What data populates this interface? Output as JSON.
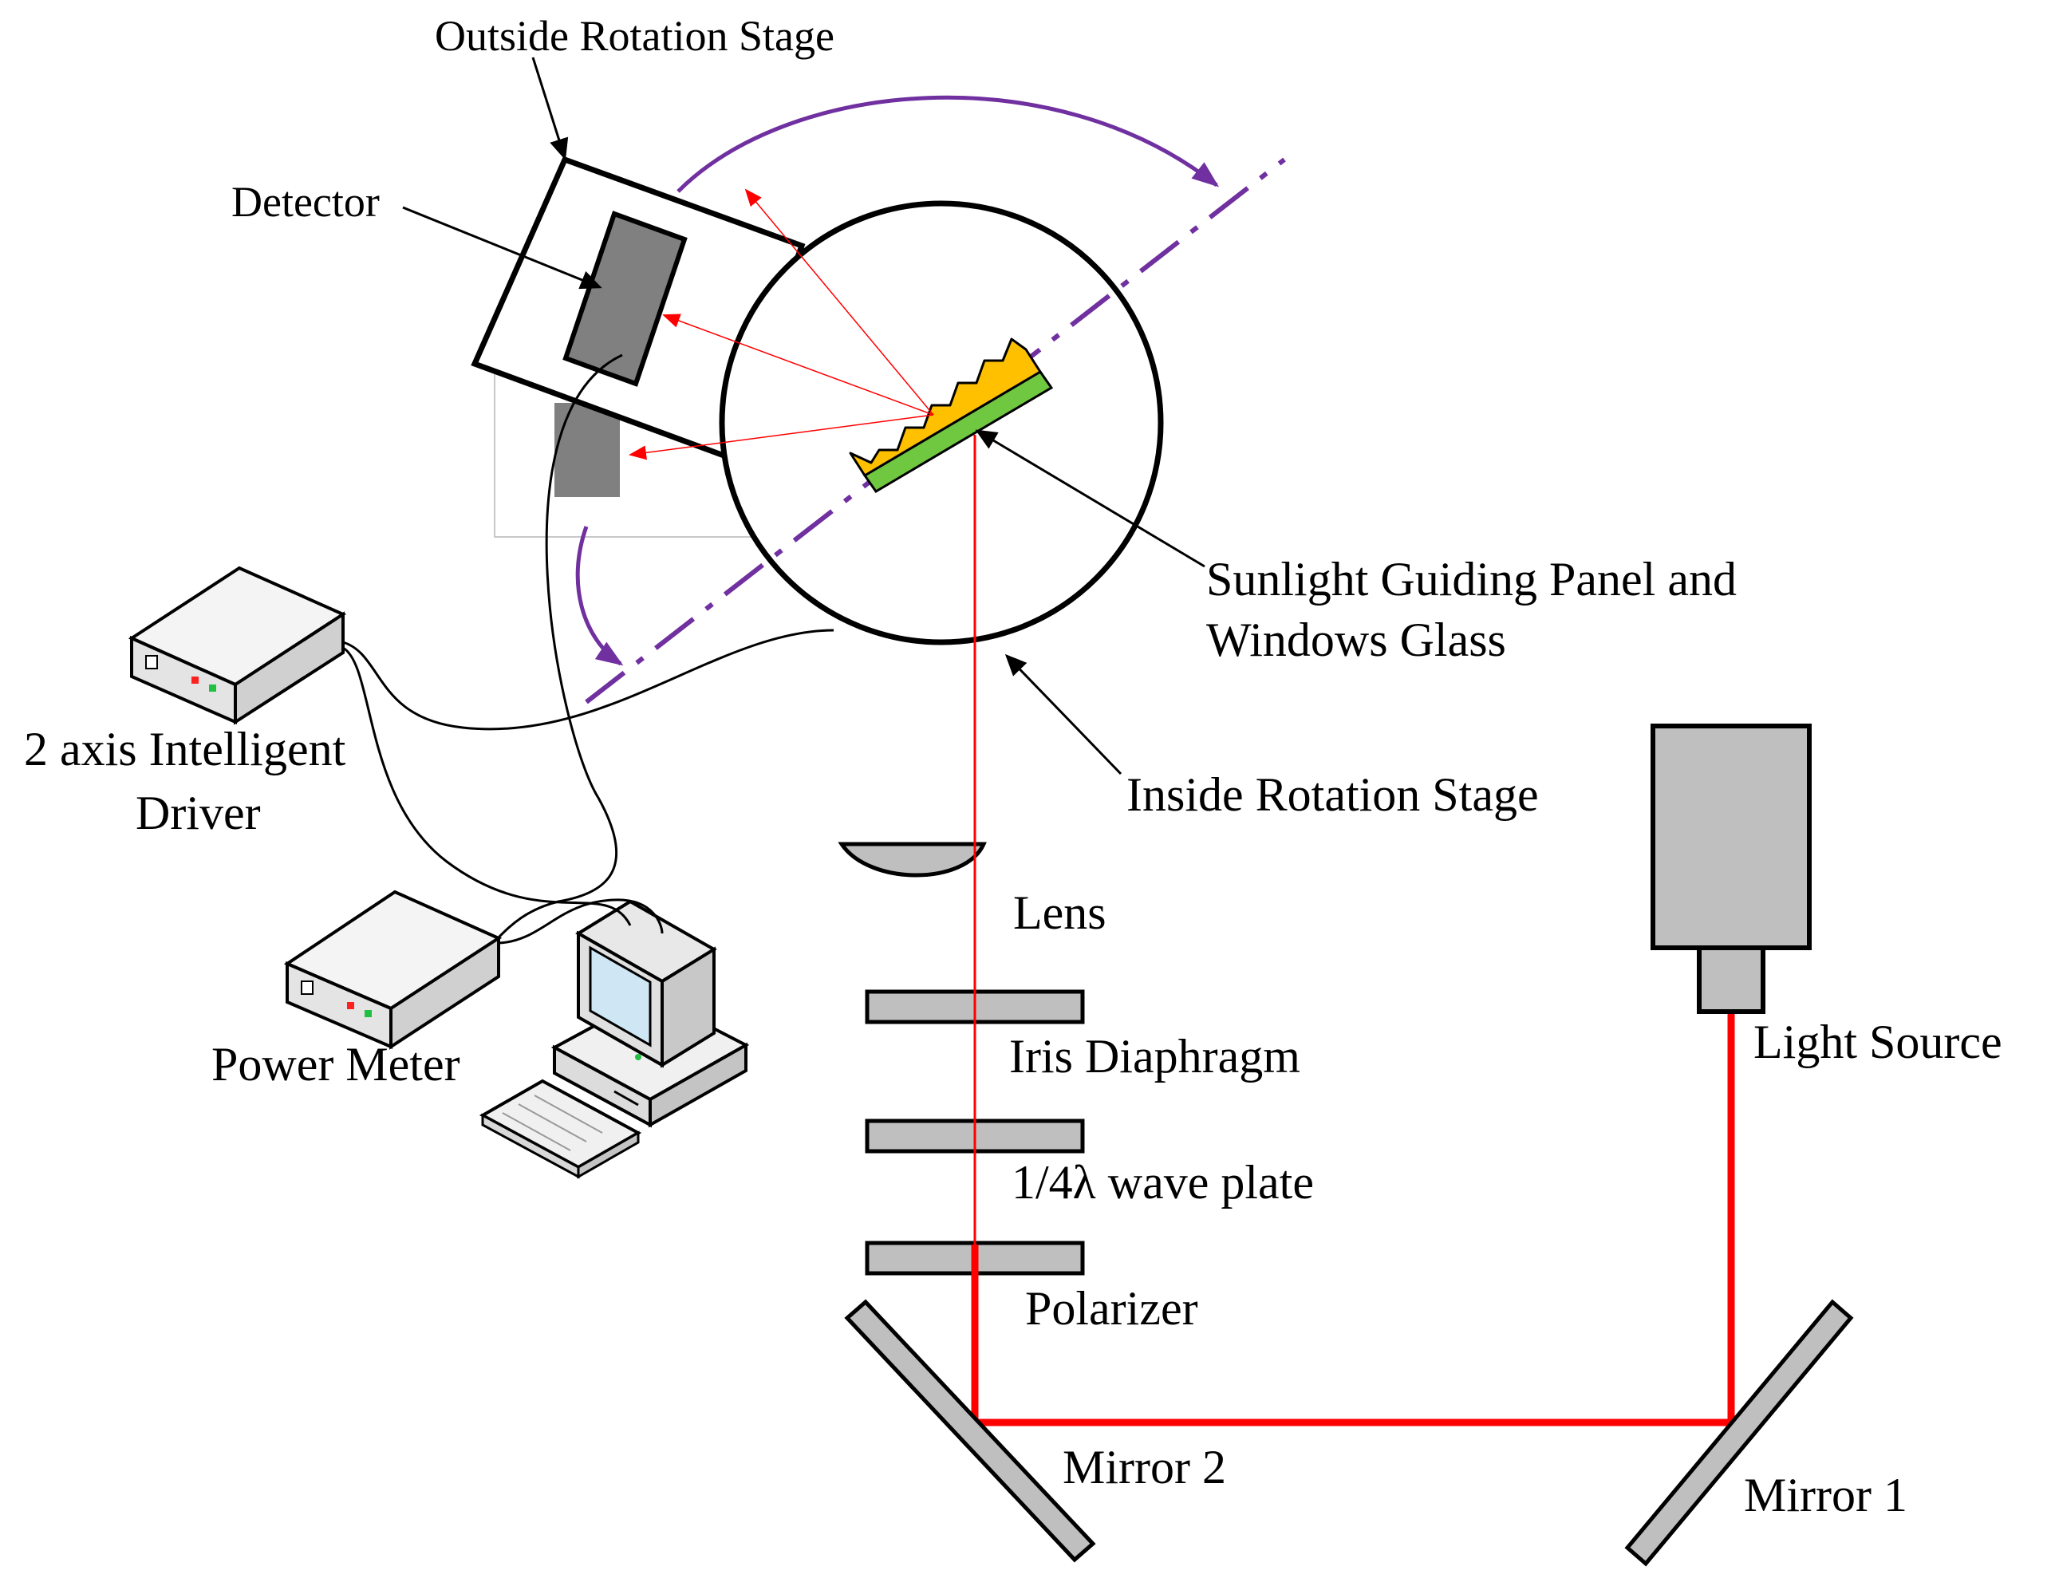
{
  "labels": {
    "outside_rotation_stage": "Outside Rotation Stage",
    "detector": "Detector",
    "sunlight_panel_line1": "Sunlight Guiding Panel and",
    "sunlight_panel_line2": "Windows Glass",
    "inside_rotation_stage": "Inside Rotation Stage",
    "driver_line1": "2 axis Intelligent",
    "driver_line2": "Driver",
    "power_meter": "Power Meter",
    "lens": "Lens",
    "iris_diaphragm": "Iris Diaphragm",
    "wave_plate": "1/4λ wave plate",
    "polarizer": "Polarizer",
    "light_source": "Light Source",
    "mirror_2": "Mirror 2",
    "mirror_1": "Mirror 1"
  },
  "colors": {
    "laser_beam": "#ff0000",
    "rotation_axis": "#7030a0",
    "component_gray": "#bfbfbf",
    "detector_dark": "#808080",
    "grating_yellow": "#ffc000",
    "glass_green": "#70c840",
    "outline": "#000000"
  }
}
